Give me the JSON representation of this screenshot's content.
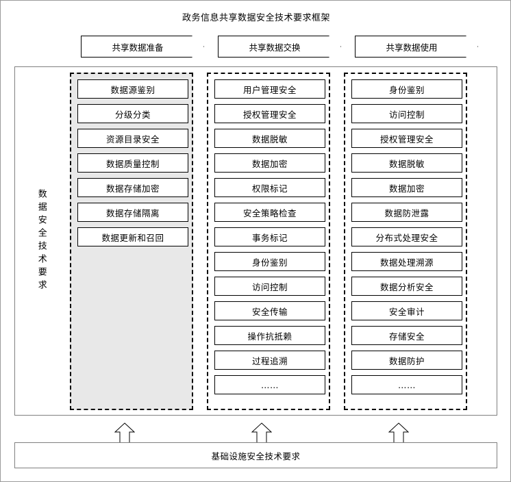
{
  "title": "政务信息共享数据安全技术要求框架",
  "banners": [
    {
      "label": "共享数据准备"
    },
    {
      "label": "共享数据交换"
    },
    {
      "label": "共享数据使用"
    }
  ],
  "side_label": "数据安全技术要求",
  "columns": [
    {
      "name": "prepare",
      "items": [
        "数据源鉴别",
        "分级分类",
        "资源目录安全",
        "数据质量控制",
        "数据存储加密",
        "数据存储隔离",
        "数据更新和召回"
      ]
    },
    {
      "name": "exchange",
      "items": [
        "用户管理安全",
        "授权管理安全",
        "数据脱敏",
        "数据加密",
        "权限标记",
        "安全策略检查",
        "事务标记",
        "身份鉴别",
        "访问控制",
        "安全传输",
        "操作抗抵赖",
        "过程追溯",
        "……"
      ]
    },
    {
      "name": "usage",
      "items": [
        "身份鉴别",
        "访问控制",
        "授权管理安全",
        "数据脱敏",
        "数据加密",
        "数据防泄露",
        "分布式处理安全",
        "数据处理溯源",
        "数据分析安全",
        "安全审计",
        "存储安全",
        "数据防护",
        "……"
      ]
    }
  ],
  "footer": "基础设施安全技术要求",
  "colors": {
    "column_prepare_fill": "#e8e8e8",
    "frame_border": "#7f7f7f",
    "box_border": "#000000",
    "background": "#ffffff"
  }
}
